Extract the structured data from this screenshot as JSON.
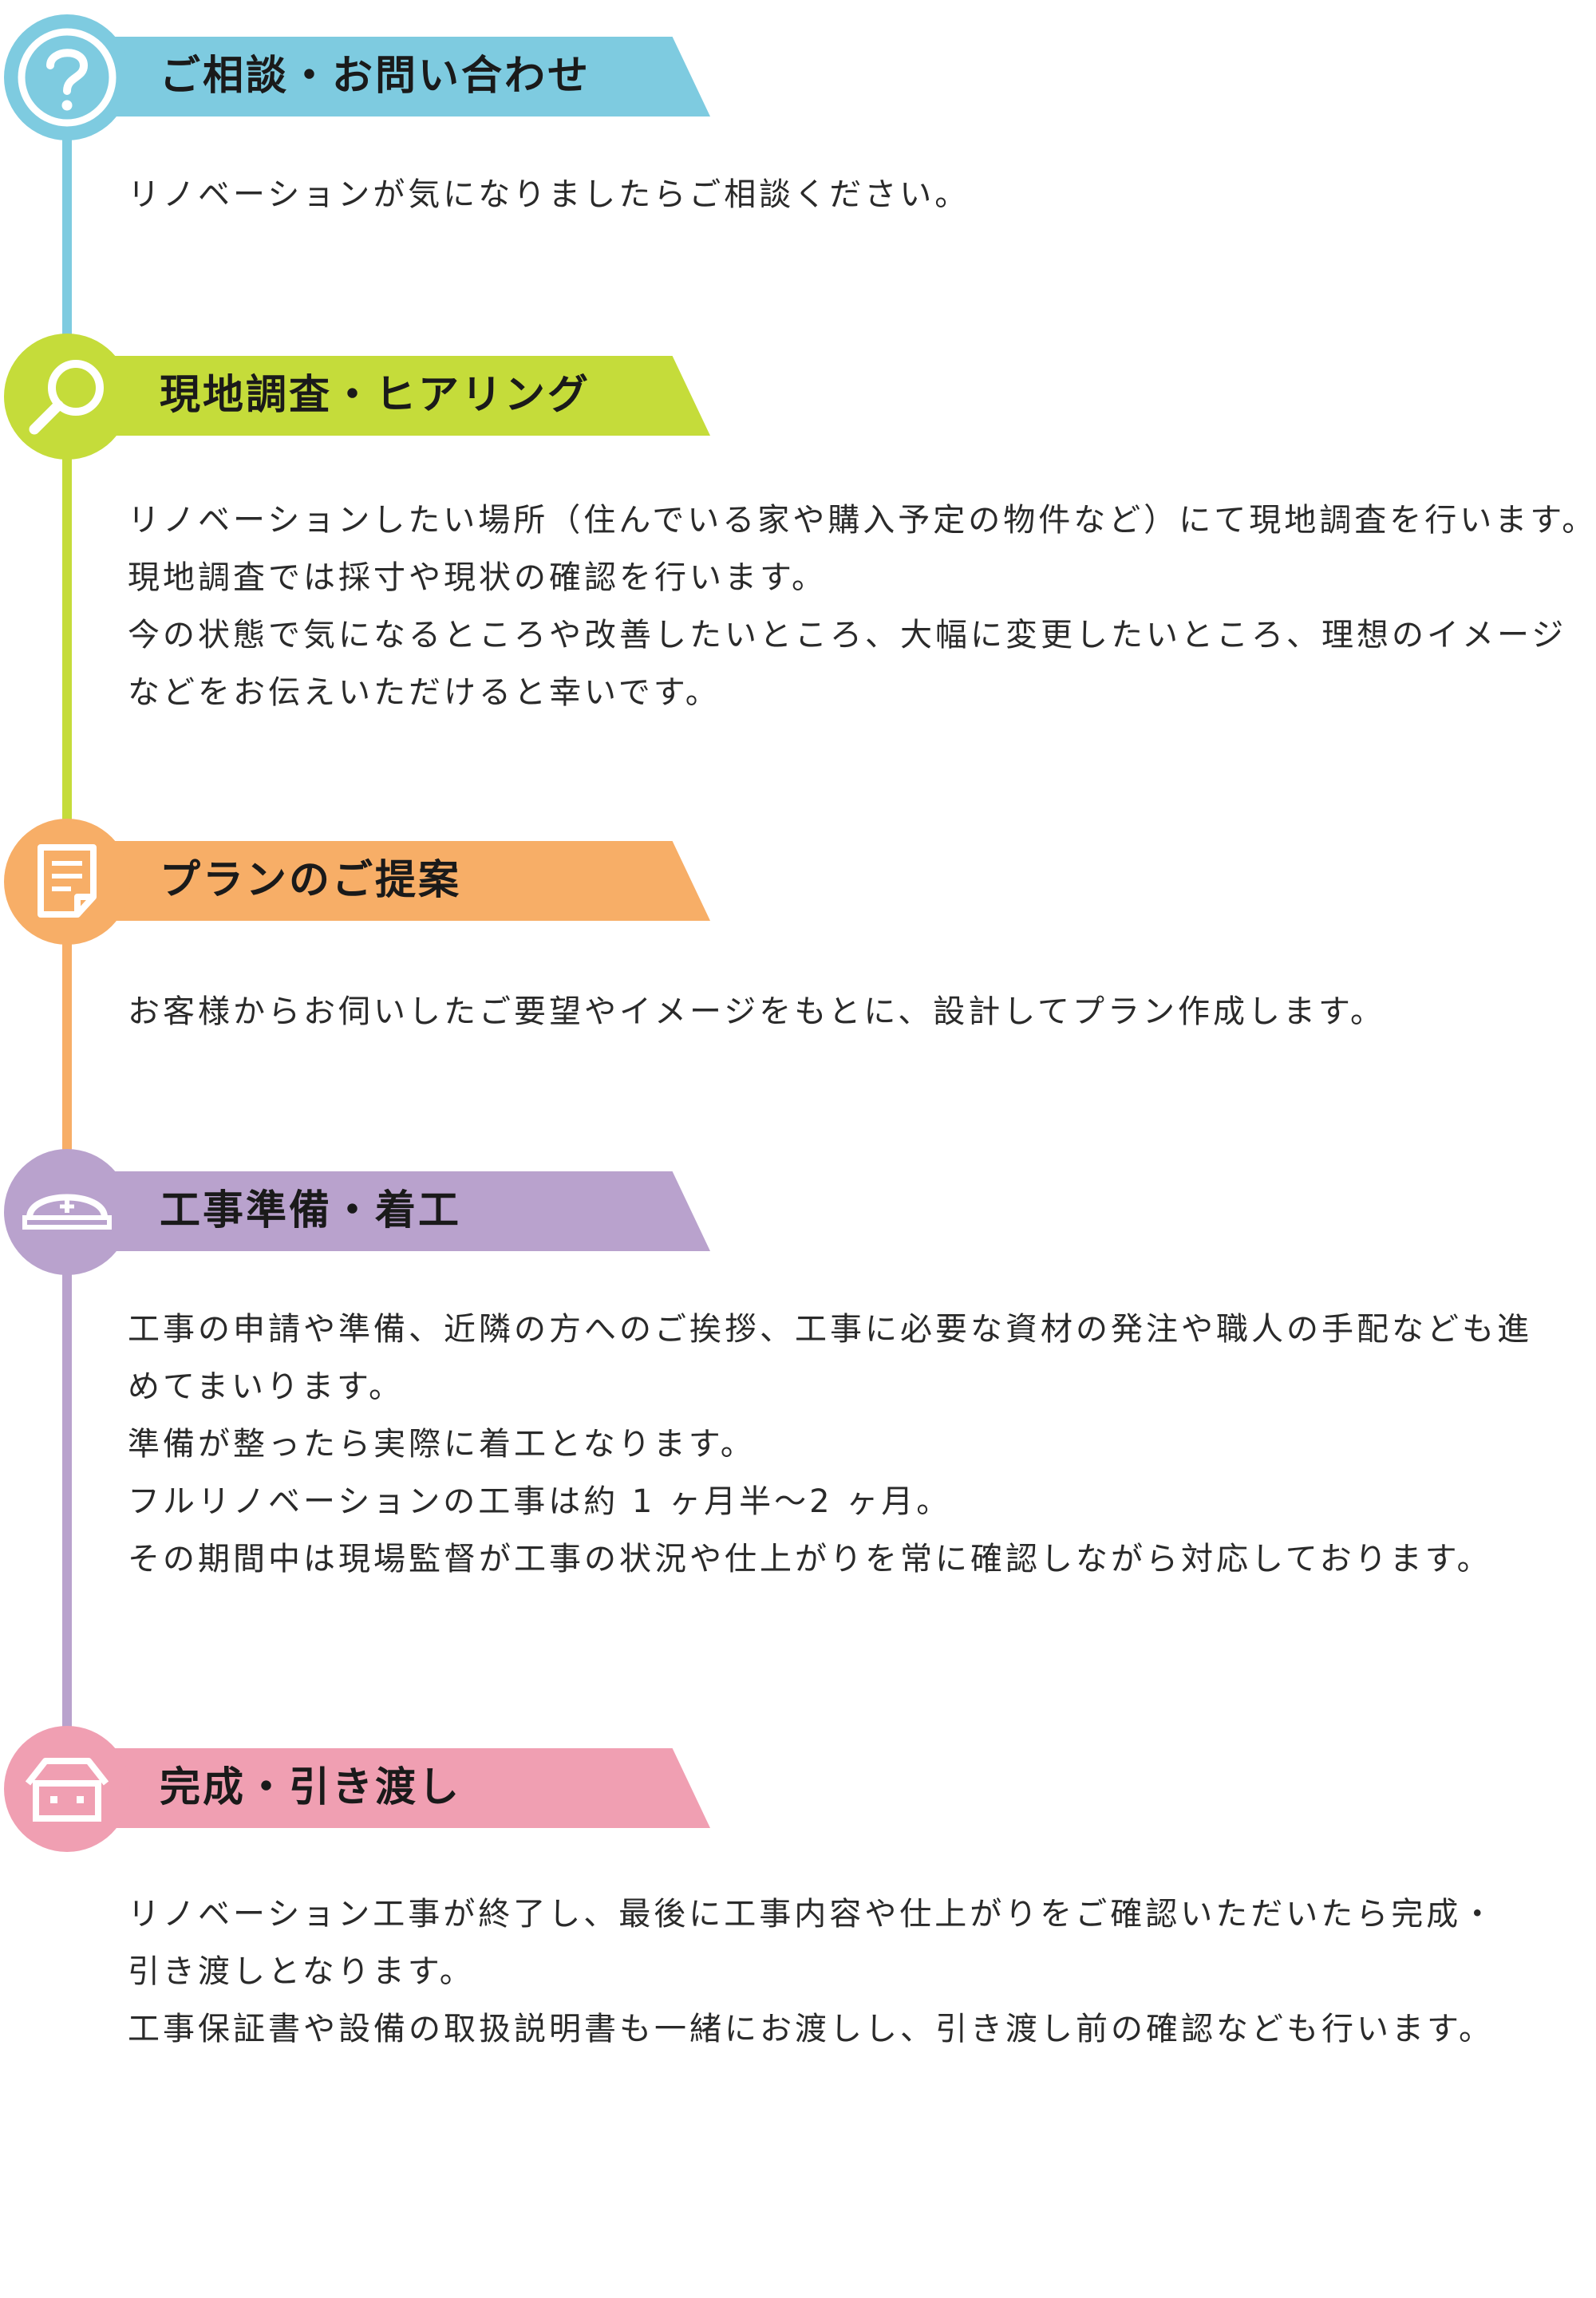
{
  "colors": {
    "step1": "#7ecbe0",
    "step2": "#c5dc3a",
    "step3": "#f7ae67",
    "step4": "#b9a2cd",
    "step5": "#f09fb2"
  },
  "steps": [
    {
      "icon": "question-icon",
      "title": "ご相談・お問い合わせ",
      "lines": [
        "リノベーションが気になりましたらご相談ください。"
      ]
    },
    {
      "icon": "magnifier-icon",
      "title": "現地調査・ヒアリング",
      "lines": [
        "リノベーションしたい場所（住んでいる家や購入予定の物件など）にて現地調査を行います。",
        "現地調査では採寸や現状の確認を行います。",
        "今の状態で気になるところや改善したいところ、大幅に変更したいところ、理想のイメージ",
        "などをお伝えいただけると幸いです。"
      ]
    },
    {
      "icon": "document-icon",
      "title": "プランのご提案",
      "lines": [
        "お客様からお伺いしたご要望やイメージをもとに、設計してプラン作成します。"
      ]
    },
    {
      "icon": "helmet-icon",
      "title": "工事準備・着工",
      "lines": [
        "工事の申請や準備、近隣の方へのご挨拶、工事に必要な資材の発注や職人の手配なども進",
        "めてまいります。",
        "準備が整ったら実際に着工となります。",
        "フルリノベーションの工事は約 1 ヶ月半〜2 ヶ月。",
        "その期間中は現場監督が工事の状況や仕上がりを常に確認しながら対応しております。"
      ]
    },
    {
      "icon": "house-icon",
      "title": "完成・引き渡し",
      "lines": [
        "リノベーション工事が終了し、最後に工事内容や仕上がりをご確認いただいたら完成・",
        "引き渡しとなります。",
        "工事保証書や設備の取扱説明書も一緒にお渡しし、引き渡し前の確認なども行います。"
      ]
    }
  ]
}
